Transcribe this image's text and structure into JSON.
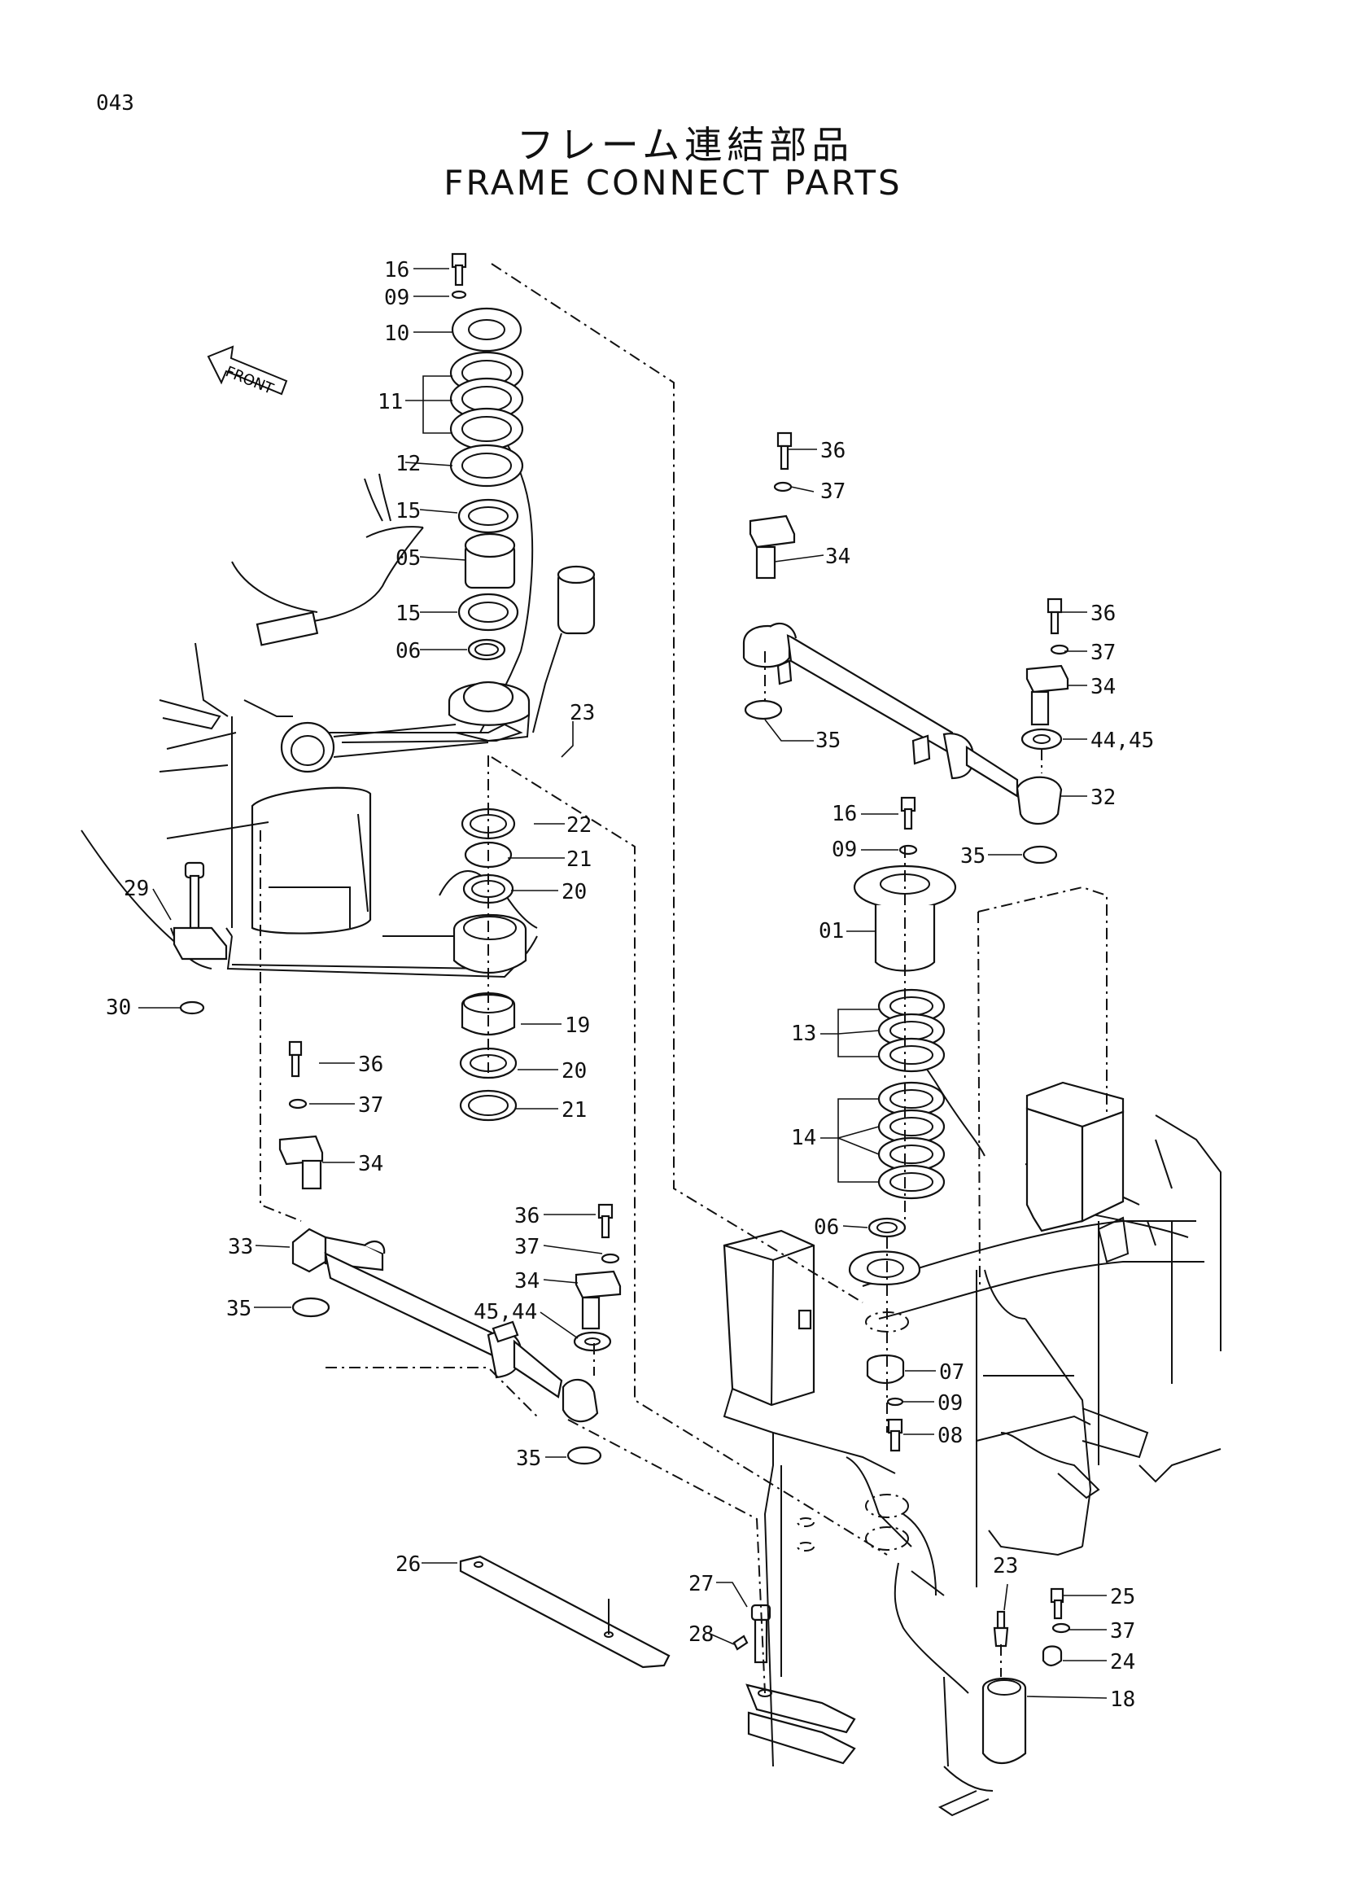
{
  "page_number": "043",
  "title_jp": "フレーム連結部品",
  "title_en": "FRAME CONNECT PARTS",
  "front_marker": "FRONT",
  "labels": {
    "l16a": "16",
    "l09a": "09",
    "l10": "10",
    "l11": "11",
    "l12": "12",
    "l15a": "15",
    "l05": "05",
    "l15b": "15",
    "l06a": "06",
    "l23a": "23",
    "l22": "22",
    "l21a": "21",
    "l20a": "20",
    "l19": "19",
    "l20b": "20",
    "l21b": "21",
    "l29": "29",
    "l30": "30",
    "l36a": "36",
    "l37a": "37",
    "l34a": "34",
    "l33": "33",
    "l35a": "35",
    "l36b": "36",
    "l37b": "37",
    "l34b": "34",
    "l4544": "45,44",
    "l35b": "35",
    "l26": "26",
    "l27": "27",
    "l28": "28",
    "l36c": "36",
    "l37c": "37",
    "l34c": "34",
    "l35c": "35",
    "l36d": "36",
    "l37d": "37",
    "l34d": "34",
    "l4445": "44,45",
    "l32": "32",
    "l35d": "35",
    "l16b": "16",
    "l09b": "09",
    "l01": "01",
    "l13": "13",
    "l14": "14",
    "l06b": "06",
    "l07": "07",
    "l09c": "09",
    "l08": "08",
    "l23b": "23",
    "l25": "25",
    "l37e": "37",
    "l24": "24",
    "l18": "18"
  }
}
